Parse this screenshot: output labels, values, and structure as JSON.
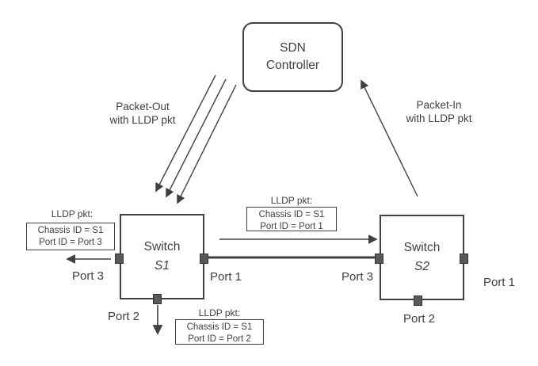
{
  "colors": {
    "stroke": "#404040",
    "text": "#404040",
    "port_fill": "#595959",
    "port_border": "#333333",
    "background": "#ffffff"
  },
  "controller": {
    "line1": "SDN",
    "line2": "Controller"
  },
  "switches": {
    "s1": {
      "name": "Switch",
      "id": "S1"
    },
    "s2": {
      "name": "Switch",
      "id": "S2"
    }
  },
  "ports": {
    "s1_left": "Port 3",
    "s1_right": "Port 1",
    "s1_bottom": "Port 2",
    "s2_left": "Port 3",
    "s2_right": "Port 1",
    "s2_bottom": "Port 2"
  },
  "flows": {
    "packet_out": {
      "line1": "Packet-Out",
      "line2": "with LLDP pkt"
    },
    "packet_in": {
      "line1": "Packet-In",
      "line2": "with LLDP pkt"
    }
  },
  "lldp": {
    "left": {
      "title": "LLDP pkt:",
      "chassis": "Chassis ID = S1",
      "port": "Port ID = Port 3"
    },
    "middle": {
      "title": "LLDP pkt:",
      "chassis": "Chassis ID = S1",
      "port": "Port ID = Port 1"
    },
    "bottom": {
      "title": "LLDP pkt:",
      "chassis": "Chassis ID = S1",
      "port": "Port ID = Port 2"
    }
  }
}
